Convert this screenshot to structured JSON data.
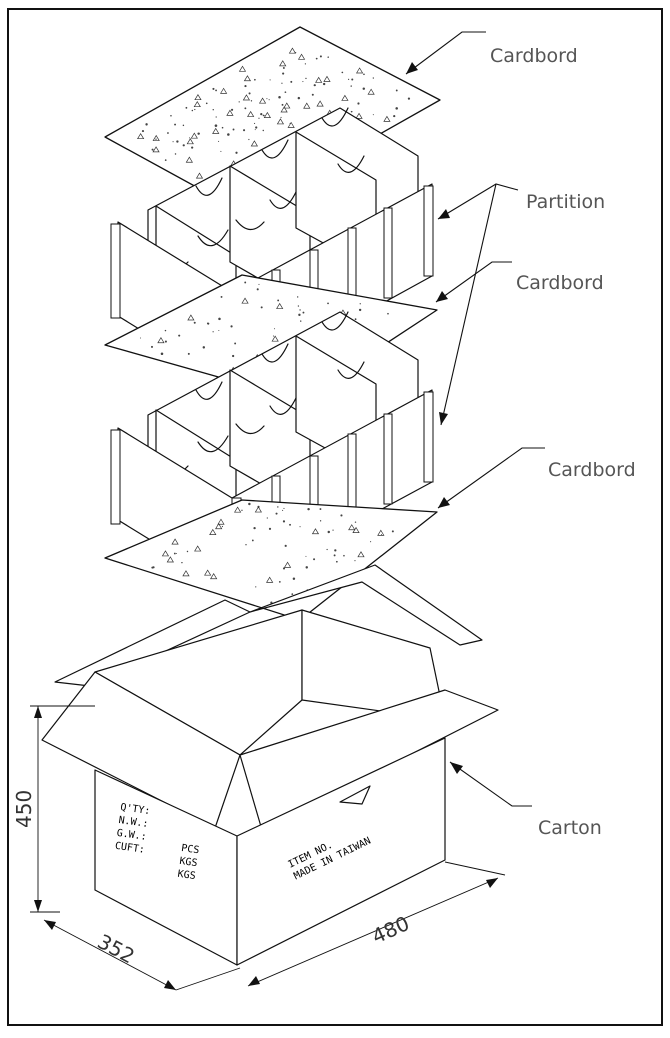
{
  "labels": {
    "cardboard_top": "Cardbord",
    "partition": "Partition",
    "cardboard_middle": "Cardbord",
    "cardboard_bottom": "Cardbord",
    "carton": "Carton"
  },
  "dimensions": {
    "height": "450",
    "width": "352",
    "length": "480"
  },
  "carton_side_marking": {
    "line1": "Q'TY:",
    "line2": "N.W.:",
    "line3": "G.W.:",
    "line4": "CUFT:",
    "unit1": "PCS",
    "unit2": "KGS",
    "unit3": "KGS"
  },
  "carton_front_marking": {
    "line1": "ITEM NO.",
    "line2": "MADE IN TAIWAN"
  }
}
